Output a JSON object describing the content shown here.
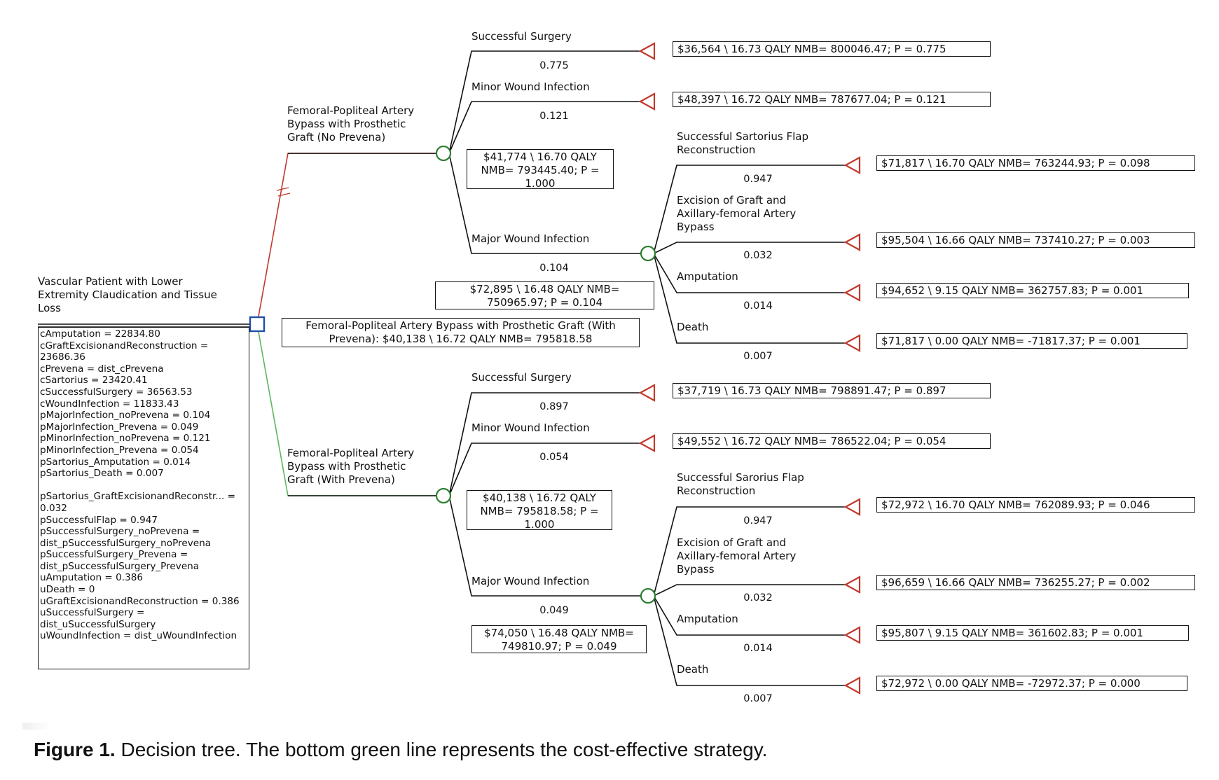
{
  "root": {
    "label": "Vascular Patient with Lower Extremity Claudication and Tissue Loss",
    "variables": [
      "cAmputation = 22834.80",
      "cGraftExcisionandReconstruction = 23686.36",
      "cPrevena = dist_cPrevena",
      "cSartorius = 23420.41",
      "cSuccessfulSurgery = 36563.53",
      "cWoundInfection = 11833.43",
      "pMajorInfection_noPrevena = 0.104",
      "pMajorInfection_Prevena = 0.049",
      "pMinorInfection_noPrevena = 0.121",
      "pMinorInfection_Prevena = 0.054",
      "pSartorius_Amputation = 0.014",
      "pSartorius_Death = 0.007",
      "",
      "pSartorius_GraftExcisionandReconstr... = 0.032",
      "pSuccessfulFlap = 0.947",
      "pSuccessfulSurgery_noPrevena = dist_pSuccessfulSurgery_noPrevena",
      "pSuccessfulSurgery_Prevena = dist_pSuccessfulSurgery_Prevena",
      "uAmputation = 0.386",
      "uDeath = 0",
      "uGraftExcisionandReconstruction = 0.386",
      "uSuccessfulSurgery = dist_uSuccessfulSurgery",
      "uWoundInfection = dist_uWoundInfection"
    ],
    "decision_summary": "Femoral-Popliteal Artery Bypass with Prosthetic Graft (With Prevena): $40,138 \\ 16.72 QALY   NMB= 795818.58"
  },
  "strategies": [
    {
      "label": "Femoral-Popliteal Artery Bypass with Prosthetic Graft (No Prevena)",
      "line_color": "#c0392b",
      "pruned_mark": "||",
      "summary": "$41,774 \\ 16.70 QALY NMB= 793445.40; P = 1.000",
      "branches": [
        {
          "label": "Successful Surgery",
          "prob": "0.775",
          "result": "$36,564 \\ 16.73 QALY   NMB= 800046.47; P = 0.775"
        },
        {
          "label": "Minor Wound Infection",
          "prob": "0.121",
          "result": "$48,397 \\ 16.72 QALY   NMB= 787677.04; P = 0.121"
        },
        {
          "label": "Major Wound Infection",
          "prob": "0.104",
          "summary": "$72,895 \\ 16.48 QALY   NMB= 750965.97; P = 0.104",
          "sub": [
            {
              "label": "Successful Sartorius Flap Reconstruction",
              "prob": "0.947",
              "result": "$71,817 \\ 16.70 QALY   NMB= 763244.93; P = 0.098"
            },
            {
              "label": "Excision of Graft and Axillary-femoral Artery Bypass",
              "prob": "0.032",
              "result": "$95,504 \\ 16.66 QALY   NMB= 737410.27; P = 0.003"
            },
            {
              "label": "Amputation",
              "prob": "0.014",
              "result": "$94,652 \\ 9.15 QALY   NMB= 362757.83; P = 0.001"
            },
            {
              "label": "Death",
              "prob": "0.007",
              "result": "$71,817 \\ 0.00 QALY   NMB= -71817.37; P = 0.001"
            }
          ]
        }
      ]
    },
    {
      "label": "Femoral-Popliteal Artery Bypass with Prosthetic Graft (With Prevena)",
      "line_color": "#5cb85c",
      "summary": "$40,138 \\ 16.72 QALY NMB= 795818.58; P = 1.000",
      "branches": [
        {
          "label": "Successful Surgery",
          "prob": "0.897",
          "result": "$37,719 \\ 16.73 QALY   NMB= 798891.47; P = 0.897"
        },
        {
          "label": "Minor Wound Infection",
          "prob": "0.054",
          "result": "$49,552 \\ 16.72 QALY   NMB= 786522.04; P = 0.054"
        },
        {
          "label": "Major Wound Infection",
          "prob": "0.049",
          "summary": "$74,050 \\ 16.48 QALY NMB= 749810.97; P = 0.049",
          "sub": [
            {
              "label": "Successful Sarorius Flap Reconstruction",
              "prob": "0.947",
              "result": "$72,972 \\ 16.70 QALY   NMB= 762089.93; P = 0.046"
            },
            {
              "label": "Excision of Graft and Axillary-femoral Artery Bypass",
              "prob": "0.032",
              "result": "$96,659 \\ 16.66 QALY   NMB= 736255.27; P = 0.002"
            },
            {
              "label": "Amputation",
              "prob": "0.014",
              "result": "$95,807 \\ 9.15 QALY   NMB= 361602.83; P = 0.001"
            },
            {
              "label": "Death",
              "prob": "0.007",
              "result": "$72,972 \\ 0.00 QALY   NMB= -72972.37; P = 0.000"
            }
          ]
        }
      ]
    }
  ],
  "colors": {
    "decision_node": "#1f4fa8",
    "chance_node": "#2e7d32",
    "terminal_node": "#c0392b",
    "line": "#111111"
  },
  "caption": {
    "label": "Figure 1.",
    "text": " Decision tree. The bottom green line represents the cost-effective strategy."
  }
}
